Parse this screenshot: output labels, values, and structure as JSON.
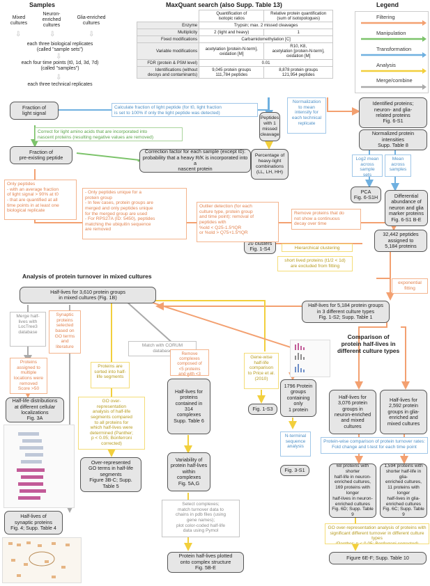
{
  "samples": {
    "title": "Samples",
    "mixed": "Mixed\ncultures",
    "neuron": "Neuron-\nenriched\ncultures",
    "glia": "Glia-enriched\ncultures",
    "step1": "each three biological replicates\n(called \"sample sets\")",
    "step2": "each four time points (t0, 1d, 3d, 7d)\n(called \"samples\")",
    "step3": "each three technical replicates"
  },
  "maxquant": {
    "title": "MaxQuant search (also Supp. Table 13)",
    "col1": "Quantification of\nisotopic ratios",
    "col2": "Relative protein quantification\n(sum of isotopologues)",
    "rows": [
      {
        "label": "Enzyme",
        "merged": "Trypsin; max. 2 missed cleavages"
      },
      {
        "label": "Multiplicity",
        "c1": "2 (light and heavy)",
        "c2": "1"
      },
      {
        "label": "Fixed modifications",
        "merged": "Carbamidomethylation [C]"
      },
      {
        "label": "Variable modifications",
        "c1": "acetylation [protein-N-term],\noxidation [M]",
        "c2": "R10, K8,\nacetylation [protein-N-term],\noxidation [M]"
      },
      {
        "label": "FDR (protein & PSM level)",
        "merged": "0.01"
      },
      {
        "label": "Identifications (without\ndecoys and contaminants)",
        "c1": "9,045 protein groups\n111,784 peptides",
        "c2": "8,878 protein groups\n121,954 peptides"
      }
    ]
  },
  "legend": {
    "title": "Legend",
    "items": [
      {
        "label": "Filtering",
        "color": "#f3a070"
      },
      {
        "label": "Manipulation",
        "color": "#7cc36a"
      },
      {
        "label": "Transformation",
        "color": "#6fb0e0"
      },
      {
        "label": "Analysis",
        "color": "#f2cf3c"
      },
      {
        "label": "Merge/combine",
        "color": "#aaaaaa"
      }
    ]
  },
  "boxes": {
    "fraction_light": "Fraction of\nlight signal",
    "fraction_preexisting": "Fraction of\npre-existing peptide",
    "correction_factor": "Correction factor for each sample (except t0):\nprobability that a heavy R/K is incorporated into a\nnascent protein",
    "peptides_missed": "Peptides\nwith 1\nmissed\ncleavage",
    "percentage_heavy": "Percentage of\nheavy-light\ncombinations\n(LL, LH, HH)",
    "identified_proteins": "Identified proteins;\nneuron- and glia-\nrelated proteins\nFig. 6-S1",
    "normalized_intensities": "Normalized protein\nintensities\nSupp. Table 8",
    "pca": "PCA\nFig. 6-S1H",
    "differential": "Differential\nabundance of\nneuron and glia\nmarker proteins\nFig. 6-S1 B-E",
    "peptides_32442": "32,442 peptides\nassigned to\n5,184 proteins",
    "clusters_20": "20 clusters\nFig. 1-S4",
    "halflives_3610": "Half-lives for 3,610 protein groups\nin mixed cultures (Fig. 1B)",
    "halflives_5184": "Half-lives for 5,184 protein groups\nin 3 different culture types\nFig. 1-S2; Supp. Table 1",
    "halflife_distributions": "Half-life distributions\nat different cellular\nlocalizations\nFig. 3A",
    "halflives_synaptic": "Half-lives of\nsynaptic proteins\nFig. 4; Supp. Table 4",
    "over_represented": "Over-represented\nGO terms in half-life\nsegments\nFigure 3B-C; Supp.\nTable 5",
    "halflives_314": "Half-lives for\nproteins\ncontained in\n314\ncomplexes\nSupp. Table 6",
    "variability": "Variability of\nprotein half-lives\nwithin\ncomplexes\nFig. 5A,G",
    "complex_structure": "Protein half-lives plotted\nonto complex structure\nFig. 5B-E",
    "fig_1s3": "Fig. 1-S3",
    "protein_groups_1796": "1796 Protein\ngroups\ncontaining only\n1 protein",
    "fig_3s1": "Fig. 3-S1",
    "halflives_3076": "Half-lives for\n3,076 protein\ngroups in\nneuron-enriched\nand mixed\ncultures",
    "halflives_2592": "Half-lives for\n2,592 protein\ngroups in glia-\nenriched and\nmixed cultures",
    "shorter_neuron": "68 proteins with shorter\nhalf-life in neuron-\nenriched cultures,\n169 proteins with longer\nhalf-lives in neuron-\nenriched cultures\nFig. 6D; Supp. Table 9",
    "shorter_glia": "1,594 proteins with\nshorter half-life in glia-\nenriched cultures,\n11 proteins with longer\nhalf-lives in glia-\nenriched cultures\nFig. 6C; Supp. Table 9",
    "figure_6ef": "Figure 6E-F; Supp. Table 10"
  },
  "annotations": {
    "calc_fraction": "Calculate fraction of light peptide (for t0, light fraction\nis set to 100% if only the light peptide was detected)",
    "correct_light": "Correct for light amino acids that are incorporated into\nnascent proteins (resulting negative values are removed)",
    "normalization": "Normalization\nto mean\nintensity for\neach technical\nreplicate",
    "log2mean": "Log2 mean\nacross sample\nsets",
    "mean_samples": "Mean\nacross\nsamples",
    "only_peptides": "Only peptides\n- with an average fraction\nof light signal > 90% at t0\n- that are quantified at all\ntime points in at least one\nbiological replicate",
    "only_unique": "- Only peptides unique for a\nprotein group\n- In few cases, protein groups are\nmerged and only peptides unique\nfor the merged group are used\n- For RPS27A (ID: 5450), peptides\nmatching the ubiquitin sequence\nare removed",
    "outlier": "Outlier detection (for each\nculture type, protein group\nand time point): removal of\npeptides with\n%old < Q25-1.5*IQR\nor %old > Q75+1.5*IQR",
    "remove_continuous": "Remove proteins that do\nnot show a continuous\ndecay over time",
    "hierarchical": "Hierarchical clustering",
    "short_lived": "short lived proteins (t1/2 < 1d)\nare excluded from fitting",
    "exp_fitting": "exponential\nfitting",
    "merge_loctree": "Merge half-\nlives with\nLocTree3\ndatabase",
    "synaptic_selected": "Synaptic\nproteins\nselected\nbased on\nGO terms\nand\nliterature",
    "match_corum": "Match with CORUM\ndatabase",
    "assigned_multiple": "Proteins\nassigned to\nmultiple\nlocations were\nremoved\nScore >50",
    "sorted_segments": "Proteins are\nsorted into half-\nlife segments",
    "remove_complexes": "Remove\ncomplexes\ncomposed of\n<5 proteins\nand with <3\nmatches",
    "genewise": "Gene-wise\nhalf-life\ncomparison\nto Price et al.\n(2010)",
    "go_over": "GO over-\nrepresentation\nanalysis of half-life\nsegments compared\nto all proteins for\nwhich half-lives were\ndetermined (Panther;\np < 0.05; Bonferroni\ncorrected)",
    "select_complexes": "Select complexes;\nmatch turnover data to\nchains in pdb files (using\ngene names);\nplot color-coded half-life\ndata using Pymol",
    "nterminal": "N-terminal\nsequence\nanalysis",
    "proteinwise": "Protein-wise comparison of protein turnover rates:\nFold change and t-test for each time point",
    "go_sig": "GO over-representation analysis of proteins with\nsignificant different turnover in different culture types\n(Panther; p < 0.05; Bonferroni corrected)"
  },
  "headings": {
    "turnover": "Analysis of protein turnover in mixed cultures",
    "comparison": "Comparison of\nprotein half-lives in\ndifferent culture types"
  }
}
